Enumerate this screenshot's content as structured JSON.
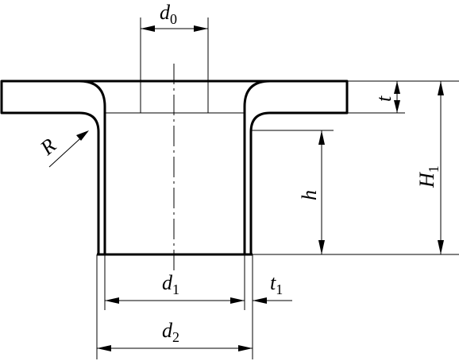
{
  "labels": {
    "d0": {
      "main": "d",
      "sub": "0"
    },
    "d1": {
      "main": "d",
      "sub": "1"
    },
    "d2": {
      "main": "d",
      "sub": "2"
    },
    "t": {
      "main": "t"
    },
    "t1": {
      "main": "t",
      "sub": "1"
    },
    "H1": {
      "main": "H",
      "sub": "1"
    },
    "h": {
      "main": "h"
    },
    "R": {
      "main": "R"
    }
  }
}
